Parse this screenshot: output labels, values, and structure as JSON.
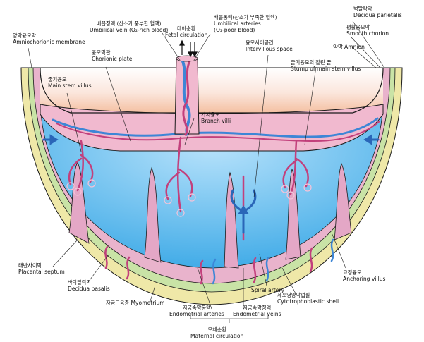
{
  "labels": {
    "amniochorionic": {
      "ko": "양막융모막",
      "en": "Amniochorionic membrane"
    },
    "umbilical_vein": {
      "ko": "배꼽정맥 (산소가 풍부한 혈액)",
      "en": "Umbilical vein (O₂-rich blood)"
    },
    "fetal_circulation": {
      "ko": "태아순환",
      "en": "Fetal circulation"
    },
    "umbilical_arteries": {
      "ko": "배꼽동맥(산소가 부족한 혈액)",
      "en1": "Umbilical arteries",
      "en2": "(O₂-poor blood)"
    },
    "decidua_parietalis": {
      "ko": "벽탈락막",
      "en": "Decidua parietalis"
    },
    "smooth_chorion": {
      "ko": "평활융모막",
      "en": "Smooth chorion"
    },
    "amnion": {
      "ko": "양막",
      "en": "Amnion"
    },
    "chorionic_plate": {
      "ko": "융모막판",
      "en": "Chorionic plate"
    },
    "intervillous_space": {
      "ko": "융모사이공간",
      "en": "Intervillous space"
    },
    "main_stem_villus": {
      "ko": "줄기융모",
      "en": "Main stem villus"
    },
    "stump_villus": {
      "ko": "줄기융모의 잘린 끝",
      "en": "Stump of main stem villus"
    },
    "branch_villi": {
      "ko": "가지융모",
      "en": "Branch villi"
    },
    "placental_septum": {
      "ko": "태반사이막",
      "en": "Placental septum"
    },
    "decidua_basalis": {
      "ko": "바닥탈락막",
      "en": "Decidua basalis"
    },
    "myometrium": {
      "ko": "자궁근육층",
      "en": "Myometrium"
    },
    "endometrial_arteries": {
      "ko": "자궁속막동맥",
      "en": "Endometrial arteries"
    },
    "endometrial_veins": {
      "ko": "자궁속막정맥",
      "en": "Endometrial veins"
    },
    "spiral_artery": {
      "en": "Spiral artery"
    },
    "cytotrophoblastic_shell": {
      "ko": "세포영양막껍질",
      "en": "Cytotrophoblastic shell"
    },
    "anchoring_villus": {
      "ko": "고정융모",
      "en": "Anchoring villus"
    },
    "maternal_circulation": {
      "ko": "모체순환",
      "en": "Maternal circulation"
    }
  },
  "colors": {
    "myometrium": "#efe8a8",
    "decidua": "#c9e3a6",
    "septum": "#e4a7c6",
    "intervillous": "#59b9ec",
    "chorionic_plate": "#f1b9cf",
    "amnion_space": "#f7e6df",
    "vein": "#3d86d6",
    "artery": "#c2407c",
    "line": "#1a1a1a"
  }
}
